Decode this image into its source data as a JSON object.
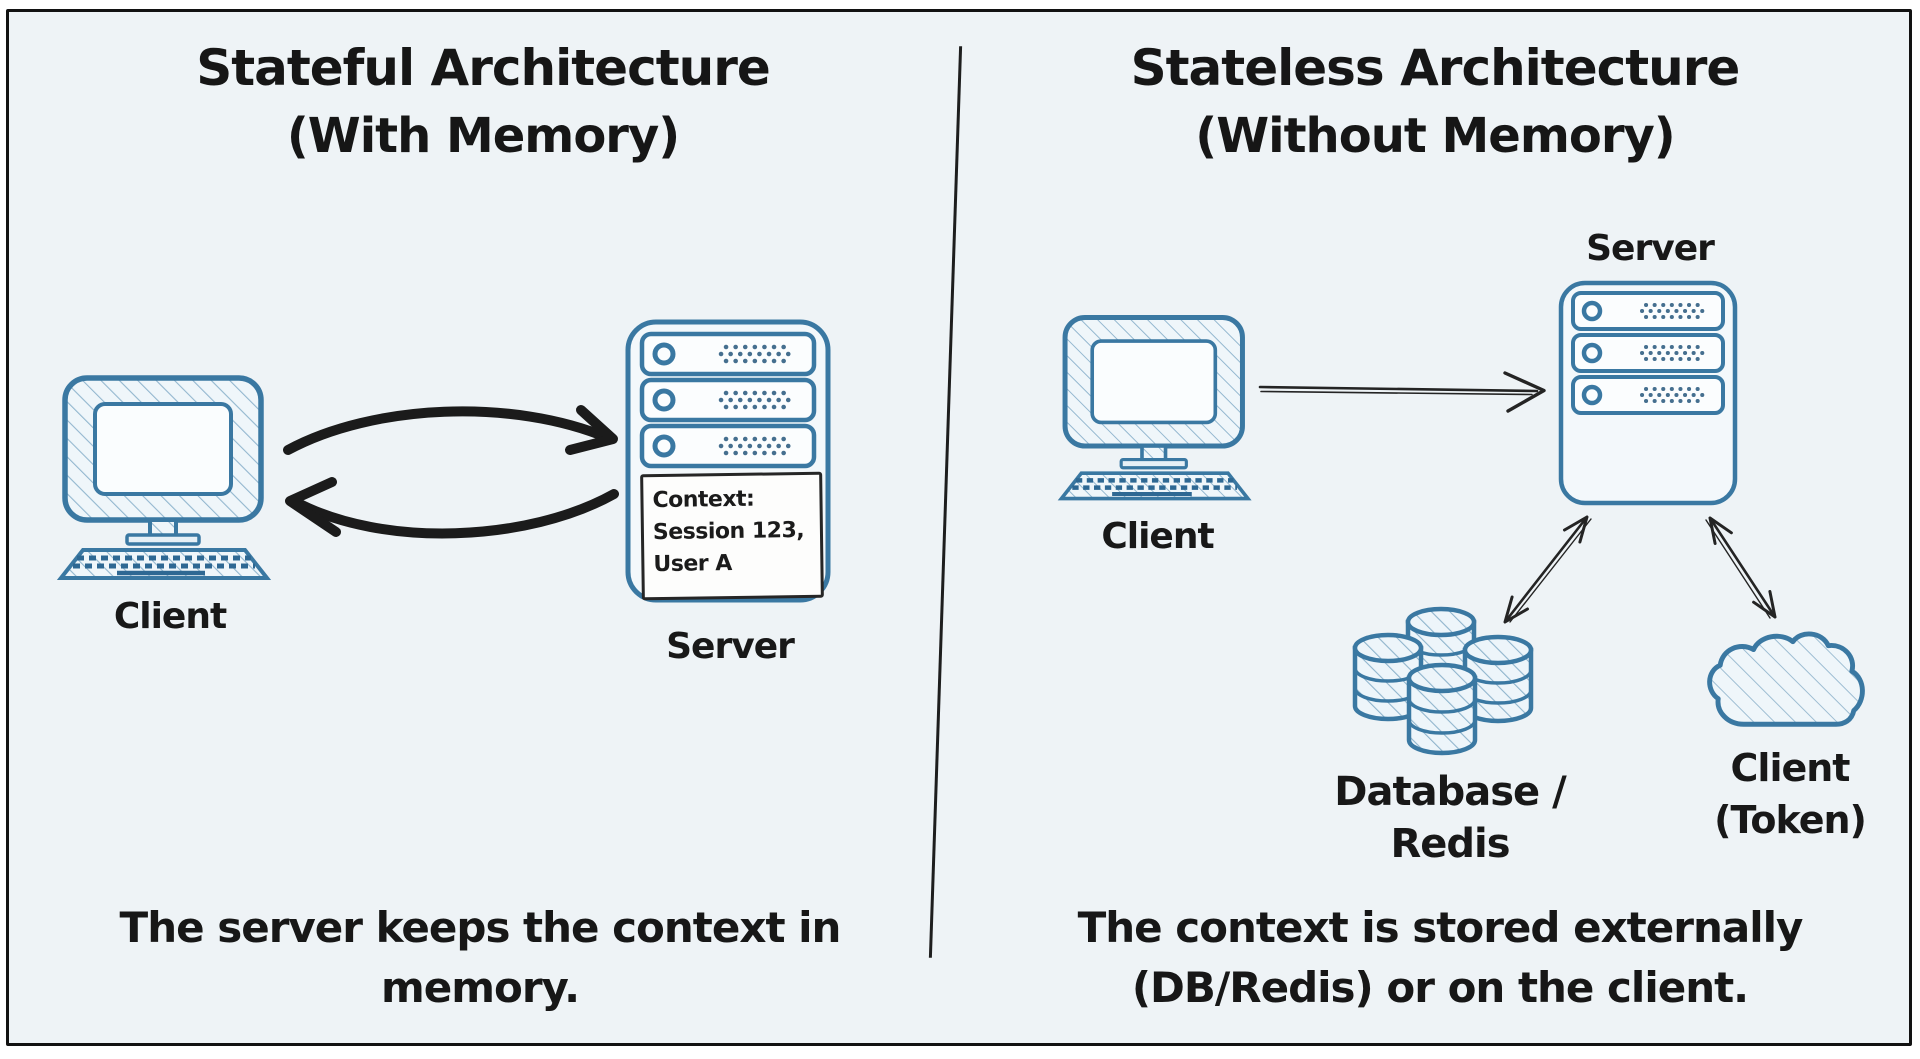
{
  "left": {
    "title1": "Stateful Architecture",
    "title2": "(With Memory)",
    "client_label": "Client",
    "server_label": "Server",
    "note_line1": "Context:",
    "note_line2": "Session 123,",
    "note_line3": "User A",
    "caption1": "The server keeps the context in",
    "caption2": "memory."
  },
  "right": {
    "title1": "Stateless Architecture",
    "title2": "(Without Memory)",
    "client_label": "Client",
    "server_label": "Server",
    "database_label1": "Database /",
    "database_label2": "Redis",
    "cloud_label1": "Client",
    "cloud_label2": "(Token)",
    "caption1": "The context is stored externally",
    "caption2": "(DB/Redis) or on the client."
  },
  "colors": {
    "background": "#eef3f6",
    "frame": "#121212",
    "sketch_blue": "#3a78a2",
    "sketch_blue_dark": "#2e6893",
    "ink": "#1b1b1b",
    "note_background": "#fdfdfc"
  }
}
